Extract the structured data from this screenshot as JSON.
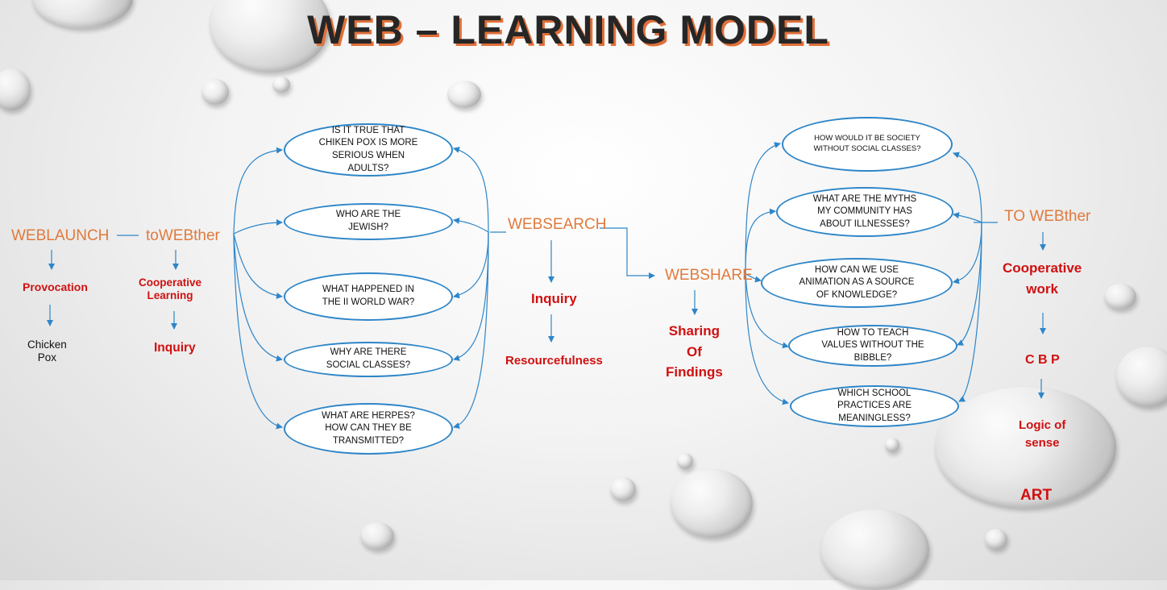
{
  "title": "WEB – LEARNING MODEL",
  "colors": {
    "arrow": "#2e86c8",
    "orange_label": "#e07a3c",
    "red_label": "#d01010"
  },
  "left": {
    "weblaunch": "WEBLAUNCH",
    "provocation": "Provocation",
    "chicken_pox": "Chicken\nPox",
    "towebther": "toWEBther",
    "cooperative_learning": "Cooperative\nLearning",
    "inquiry": "Inquiry"
  },
  "left_questions": [
    "IS IT TRUE THAT\nCHIKEN POX IS MORE\nSERIOUS WHEN\nADULTS?",
    "WHO ARE THE\nJEWISH?",
    "WHAT HAPPENED IN\nTHE II WORLD WAR?",
    "WHY ARE THERE\nSOCIAL CLASSES?",
    "WHAT ARE HERPES?\nHOW CAN THEY BE\nTRANSMITTED?"
  ],
  "middle": {
    "websearch": "WEBSEARCH",
    "inquiry": "Inquiry",
    "resourcefulness": "Resourcefulness",
    "webshare": "WEBSHARE",
    "sharing_of_findings": "Sharing\nOf\nFindings"
  },
  "right_questions": [
    "HOW WOULD IT BE SOCIETY\nWITHOUT SOCIAL CLASSES?",
    "WHAT ARE THE MYTHS\nMY COMMUNITY HAS\nABOUT ILLNESSES?",
    "HOW CAN WE USE\nANIMATION AS A SOURCE\nOF KNOWLEDGE?",
    "HOW TO TEACH\nVALUES WITHOUT THE\nBIBBLE?",
    "WHICH SCHOOL\nPRACTICES ARE\nMEANINGLESS?"
  ],
  "right": {
    "to_webther": "TO WEBther",
    "cooperative_work": "Cooperative\nwork",
    "cbp": "C B P",
    "logic_of_sense": "Logic of\nsense",
    "art": "ART"
  }
}
